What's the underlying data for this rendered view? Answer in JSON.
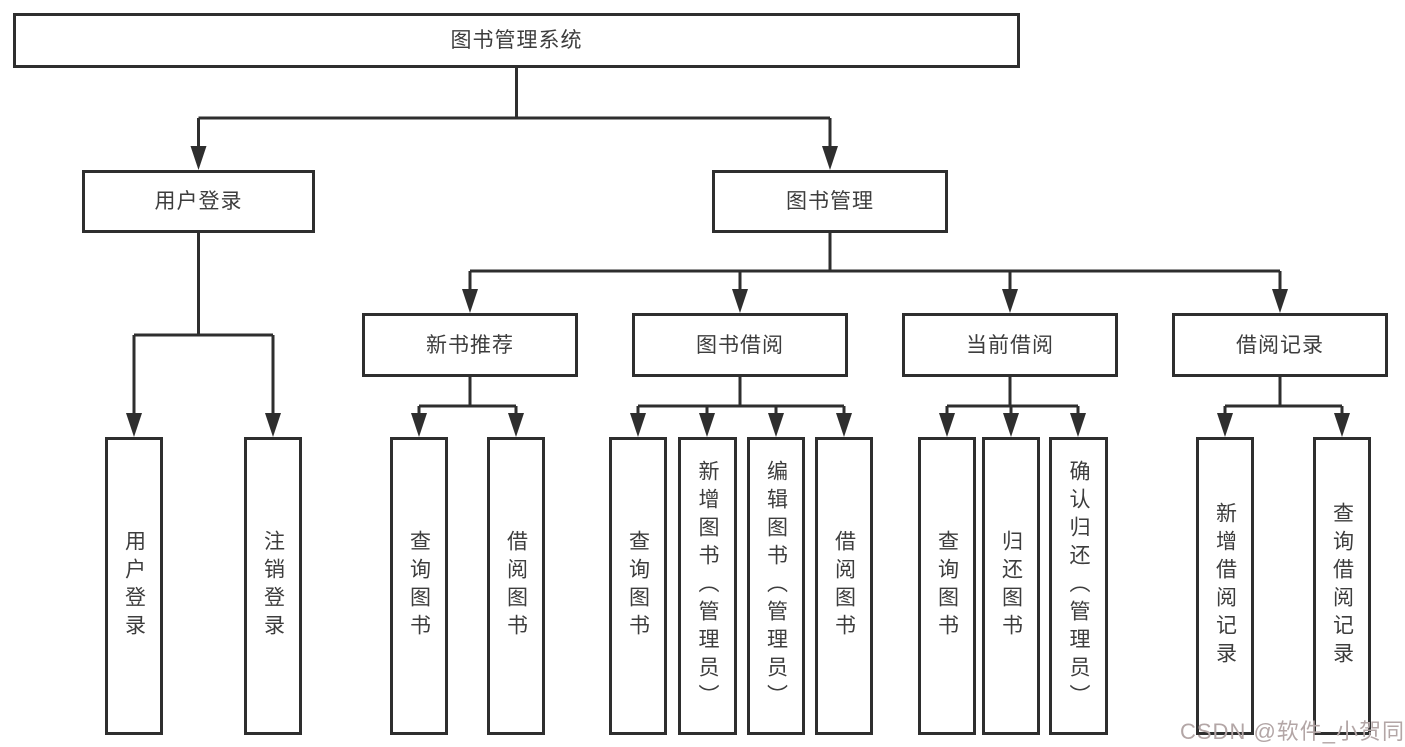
{
  "tree": {
    "root": {
      "label": "图书管理系统"
    },
    "level2": [
      {
        "label": "用户登录",
        "children": [
          {
            "label": "用户登录"
          },
          {
            "label": "注销登录"
          }
        ]
      },
      {
        "label": "图书管理",
        "children": [
          {
            "label": "新书推荐",
            "children": [
              {
                "label": "查询图书"
              },
              {
                "label": "借阅图书"
              }
            ]
          },
          {
            "label": "图书借阅",
            "children": [
              {
                "label": "查询图书"
              },
              {
                "label": "新增图书（管理员）"
              },
              {
                "label": "编辑图书（管理员）"
              },
              {
                "label": "借阅图书"
              }
            ]
          },
          {
            "label": "当前借阅",
            "children": [
              {
                "label": "查询图书"
              },
              {
                "label": "归还图书"
              },
              {
                "label": "确认归还（管理员）"
              }
            ]
          },
          {
            "label": "借阅记录",
            "children": [
              {
                "label": "新增借阅记录"
              },
              {
                "label": "查询借阅记录"
              }
            ]
          }
        ]
      }
    ]
  },
  "watermark": {
    "text": "CSDN @软件_小贺同学",
    "color": "#b3a6a6"
  },
  "colors": {
    "line": "#2e2e2e",
    "border": "#2e2e2e",
    "background": "#ffffff",
    "text": "#3d3d3d"
  }
}
